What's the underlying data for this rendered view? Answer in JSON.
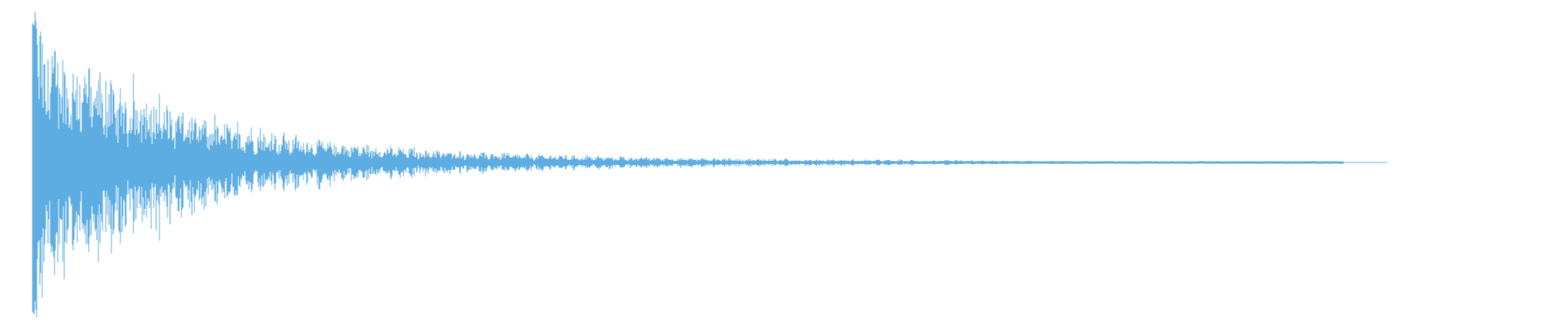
{
  "waveform": {
    "color": "#5dade2",
    "background": "#ffffff",
    "duration_fraction": 0.86,
    "peak_amplitude": 0.96,
    "decay": "exponential",
    "channels": 1
  }
}
